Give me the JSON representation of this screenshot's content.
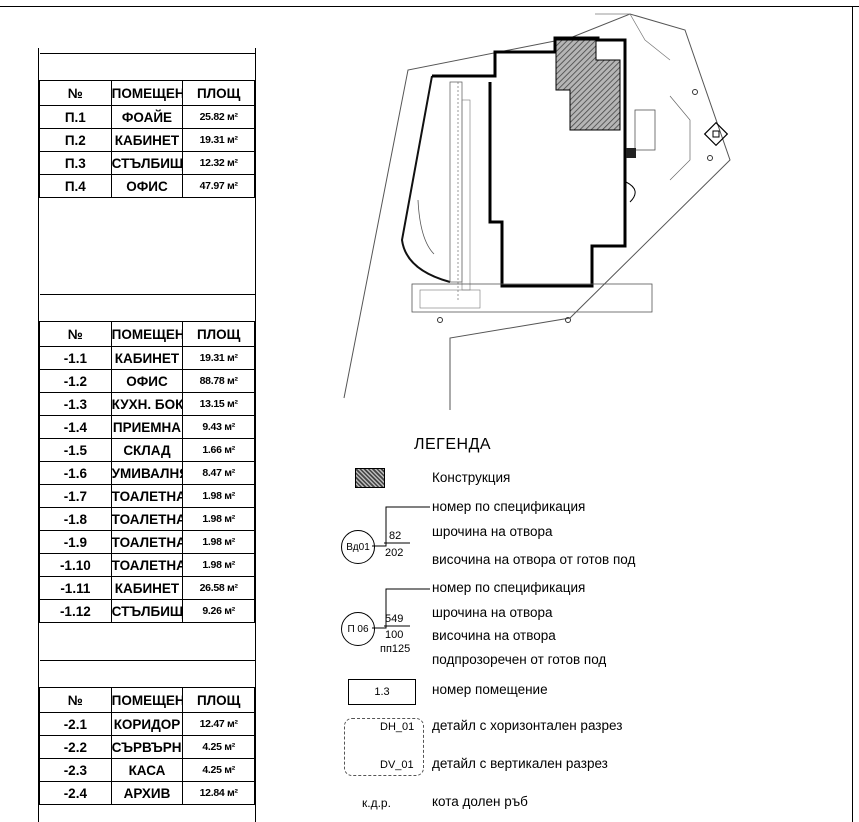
{
  "floors": [
    {
      "columns": [
        "№",
        "ПОМЕЩЕНИЕ",
        "ПЛОЩ"
      ],
      "rows": [
        {
          "num": "П.1",
          "name": "ФОАЙЕ",
          "area": "25.82 м²"
        },
        {
          "num": "П.2",
          "name": "КАБИНЕТ",
          "area": "19.31 м²"
        },
        {
          "num": "П.3",
          "name": "СТЪЛБИЩЕ",
          "area": "12.32 м²"
        },
        {
          "num": "П.4",
          "name": "ОФИС",
          "area": "47.97 м²"
        }
      ]
    },
    {
      "columns": [
        "№",
        "ПОМЕЩЕНИЕ",
        "ПЛОЩ"
      ],
      "rows": [
        {
          "num": "-1.1",
          "name": "КАБИНЕТ",
          "area": "19.31 м²"
        },
        {
          "num": "-1.2",
          "name": "ОФИС",
          "area": "88.78 м²"
        },
        {
          "num": "-1.3",
          "name": "КУХН. БОКС",
          "area": "13.15 м²"
        },
        {
          "num": "-1.4",
          "name": "ПРИЕМНА",
          "area": "9.43 м²"
        },
        {
          "num": "-1.5",
          "name": "СКЛАД",
          "area": "1.66 м²"
        },
        {
          "num": "-1.6",
          "name": "УМИВАЛНЯ",
          "area": "8.47 м²"
        },
        {
          "num": "-1.7",
          "name": "ТОАЛЕТНА",
          "area": "1.98 м²"
        },
        {
          "num": "-1.8",
          "name": "ТОАЛЕТНА",
          "area": "1.98 м²"
        },
        {
          "num": "-1.9",
          "name": "ТОАЛЕТНА",
          "area": "1.98 м²"
        },
        {
          "num": "-1.10",
          "name": "ТОАЛЕТНА",
          "area": "1.98 м²"
        },
        {
          "num": "-1.11",
          "name": "КАБИНЕТ",
          "area": "26.58 м²"
        },
        {
          "num": "-1.12",
          "name": "СТЪЛБИЩЕ",
          "area": "9.26 м²"
        }
      ]
    },
    {
      "columns": [
        "№",
        "ПОМЕЩЕНИЕ",
        "ПЛОЩ"
      ],
      "rows": [
        {
          "num": "-2.1",
          "name": "КОРИДОР",
          "area": "12.47 м²"
        },
        {
          "num": "-2.2",
          "name": "СЪРВЪРНО",
          "area": "4.25 м²"
        },
        {
          "num": "-2.3",
          "name": "КАСА",
          "area": "4.25 м²"
        },
        {
          "num": "-2.4",
          "name": "АРХИВ",
          "area": "12.84 м²"
        }
      ]
    }
  ],
  "legend": {
    "title": "ЛЕГЕНДА",
    "construction": "Конструкция",
    "door": {
      "tag": "Вд01",
      "width": "82",
      "height": "202",
      "spec_label": "номер по спецификация",
      "width_label": "шрочина на отвора",
      "height_label": "височина на отвора от готов под"
    },
    "window": {
      "tag": "П 06",
      "width": "549",
      "height": "100",
      "sill": "пп125",
      "spec_label": "номер по спецификация",
      "width_label": "шрочина на отвора",
      "height_label": "височина на отвора",
      "sill_label": "подпрозоречен от готов под"
    },
    "room": {
      "tag": "1.3",
      "label": "номер помещение"
    },
    "detail_h": {
      "tag": "DH_01",
      "label": "детайл с хоризонтален разрез"
    },
    "detail_v": {
      "tag": "DV_01",
      "label": "детайл с вертикален разрез"
    },
    "bottom_edge": {
      "tag": "к.д.р.",
      "label": "кота долен ръб"
    }
  }
}
